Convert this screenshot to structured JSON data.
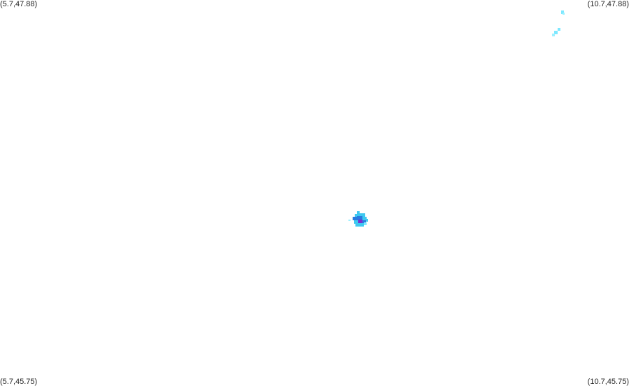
{
  "map": {
    "corners": {
      "top_left": "(5.7,47.88)",
      "top_right": "(10.7,47.88)",
      "bottom_left": "(5.7,45.75)",
      "bottom_right": "(10.7,45.75)"
    },
    "colors": {
      "background": "#ffffff",
      "light_cyan": "#7de8ff",
      "cyan": "#3fc8f0",
      "blue": "#2a7be0",
      "purple": "#7a2fd0"
    }
  }
}
